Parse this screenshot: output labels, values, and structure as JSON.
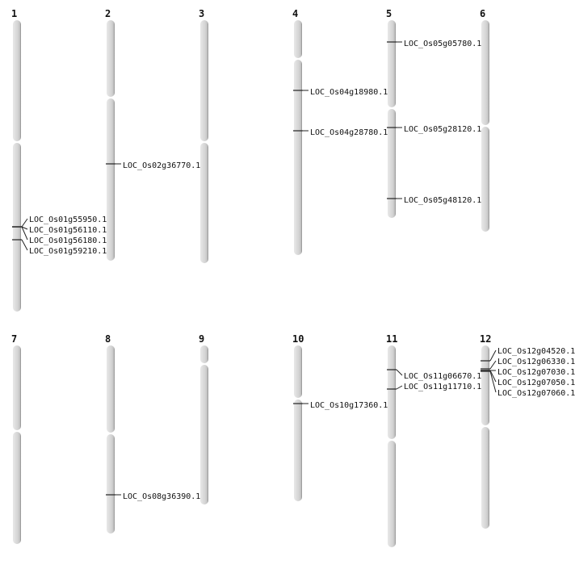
{
  "title": "Chromosome gene location map",
  "colors": {
    "chromosome_fill": "#d4d4d4",
    "chromosome_shadow": "#8a8a8a",
    "marker": "#222222"
  },
  "chromosomes": [
    {
      "number": "1",
      "genes": [
        "LOC_Os01g55950.1",
        "LOC_Os01g56110.1",
        "LOC_Os01g56180.1",
        "LOC_Os01g59210.1"
      ]
    },
    {
      "number": "2",
      "genes": [
        "LOC_Os02g36770.1"
      ]
    },
    {
      "number": "3",
      "genes": []
    },
    {
      "number": "4",
      "genes": [
        "LOC_Os04g18980.1",
        "LOC_Os04g28780.1"
      ]
    },
    {
      "number": "5",
      "genes": [
        "LOC_Os05g05780.1",
        "LOC_Os05g28120.1",
        "LOC_Os05g48120.1"
      ]
    },
    {
      "number": "6",
      "genes": []
    },
    {
      "number": "7",
      "genes": []
    },
    {
      "number": "8",
      "genes": [
        "LOC_Os08g36390.1"
      ]
    },
    {
      "number": "9",
      "genes": []
    },
    {
      "number": "10",
      "genes": [
        "LOC_Os10g17360.1"
      ]
    },
    {
      "number": "11",
      "genes": [
        "LOC_Os11g06670.1",
        "LOC_Os11g11710.1"
      ]
    },
    {
      "number": "12",
      "genes": [
        "LOC_Os12g04520.1",
        "LOC_Os12g06330.1",
        "LOC_Os12g07030.1",
        "LOC_Os12g07050.1",
        "LOC_Os12g07060.1"
      ]
    }
  ]
}
